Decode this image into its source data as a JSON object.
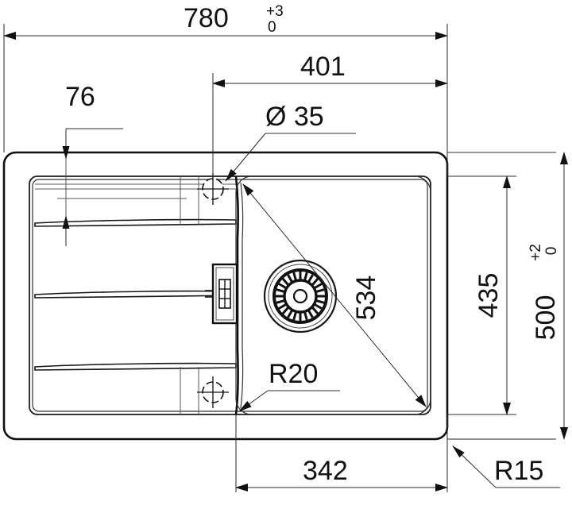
{
  "drawing": {
    "title": "Kitchen sink top-view dimensional drawing",
    "units": "mm",
    "line_color": "#111111",
    "background": "#ffffff"
  },
  "dimensions": {
    "overall_width": {
      "value": "780",
      "tol_upper": "+3",
      "tol_lower": "0",
      "name": "overall-width-dimension"
    },
    "overall_height": {
      "value": "500",
      "tol_upper": "+2",
      "tol_lower": "0",
      "name": "overall-height-dimension"
    },
    "bowl_offset_x": {
      "value": "401",
      "name": "bowl-offset-dimension"
    },
    "drain_ledge": {
      "value": "76",
      "name": "ledge-depth-dimension"
    },
    "cutout_height": {
      "value": "435",
      "name": "cutout-height-dimension"
    },
    "bowl_width": {
      "value": "342",
      "name": "bowl-width-dimension"
    },
    "diagonal": {
      "value": "534",
      "name": "diagonal-dimension"
    },
    "tap_hole": {
      "value": "Ø 35",
      "name": "tap-hole-diameter"
    },
    "bowl_radius": {
      "value": "R20",
      "name": "bowl-corner-radius"
    },
    "outer_radius": {
      "value": "R15",
      "name": "outer-corner-radius"
    }
  },
  "features": {
    "tap_hole_upper": "tap-hole-upper-marker",
    "tap_hole_lower": "tap-hole-lower-marker",
    "drain_strainer": "drain-strainer",
    "overflow": "overflow-outlet",
    "drainboard_grooves": 3
  }
}
